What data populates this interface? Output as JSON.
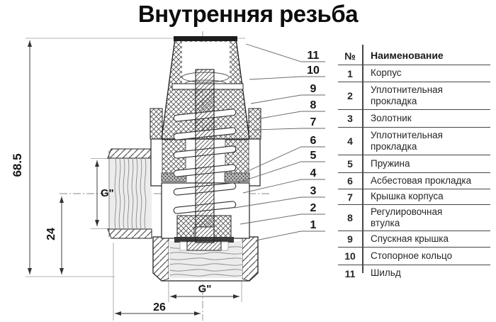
{
  "title": "Внутренняя резьба",
  "drawing": {
    "dim_height_total": "68.5",
    "dim_height_port": "24",
    "dim_thread_side": "G\"",
    "dim_thread_bottom": "G\"",
    "dim_width_bottom": "26",
    "callouts": [
      "11",
      "10",
      "9",
      "8",
      "7",
      "6",
      "5",
      "4",
      "3",
      "2",
      "1"
    ]
  },
  "table": {
    "header": {
      "num": "№",
      "name": "Наименование"
    },
    "rows": [
      {
        "num": "1",
        "name": "Корпус"
      },
      {
        "num": "2",
        "name": "Уплотнительная\nпрокладка"
      },
      {
        "num": "3",
        "name": "Золотник"
      },
      {
        "num": "4",
        "name": "Уплотнительная\nпрокладка"
      },
      {
        "num": "5",
        "name": "Пружина"
      },
      {
        "num": "6",
        "name": "Асбестовая прокладка"
      },
      {
        "num": "7",
        "name": "Крышка корпуса"
      },
      {
        "num": "8",
        "name": "Регулировочная\nвтулка"
      },
      {
        "num": "9",
        "name": "Спускная крышка"
      },
      {
        "num": "10",
        "name": "Стопорное кольцо"
      },
      {
        "num": "11",
        "name": "Шильд"
      }
    ]
  },
  "colors": {
    "ink": "#1a1a1a",
    "line": "#222222",
    "thread_fill": "#ececec"
  }
}
